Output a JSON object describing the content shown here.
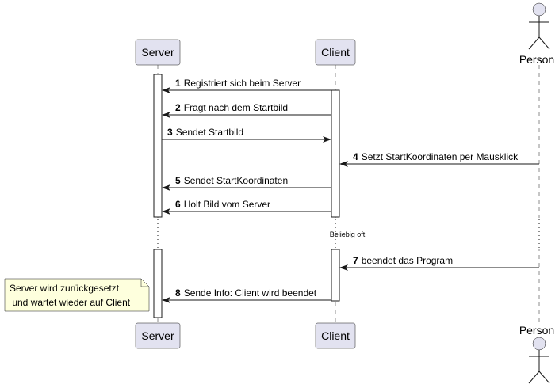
{
  "participants": {
    "server": "Server",
    "client": "Client",
    "person": "Person"
  },
  "messages": [
    {
      "num": "1",
      "label": "Registriert sich beim Server"
    },
    {
      "num": "2",
      "label": "Fragt nach dem Startbild"
    },
    {
      "num": "3",
      "label": "Sendet Startbild"
    },
    {
      "num": "4",
      "label": "Setzt StartKoordinaten per Mausklick"
    },
    {
      "num": "5",
      "label": "Sendet StartKoordinaten"
    },
    {
      "num": "6",
      "label": "Holt Bild vom Server"
    },
    {
      "num": "7",
      "label": "beendet das Program"
    },
    {
      "num": "8",
      "label": "Sende Info: Client wird beendet"
    }
  ],
  "divider": "Beliebig oft",
  "note": {
    "line1": "Server wird zurückgesetzt",
    "line2": " und wartet wieder auf Client"
  },
  "colors": {
    "participant_fill": "#E2E2F0",
    "note_fill": "#FEFFDD",
    "line": "#181818"
  }
}
